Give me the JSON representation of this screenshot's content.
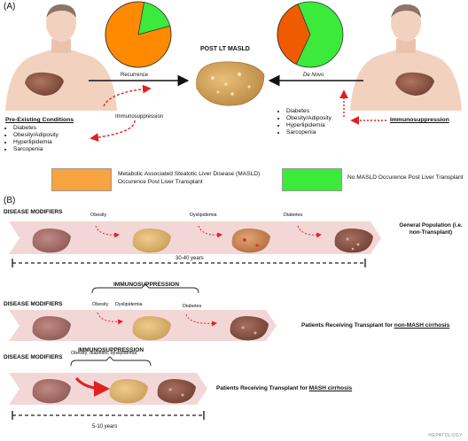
{
  "panel_a": {
    "label": "(A)",
    "center_title": "POST LT MASLD",
    "left_arrow_label": "Recurrence",
    "right_arrow_label": "De Novo",
    "left_immuno": "Immunosuppression",
    "right_immuno": "Immunosuppression",
    "left_conditions_title": "Pre-Existing Conditions",
    "conditions": [
      "Diabetes",
      "Obesity/Adiposity",
      "Hyperlipidemia",
      "Sarcopenia"
    ],
    "pie_left": {
      "masld_fraction": 0.82
    },
    "pie_right": {
      "masld_fraction": 0.37
    },
    "legend": [
      {
        "color": "#F7A340",
        "text": "Metabolic Associated Steatotic Liver Disease (MASLD) Occurence Post Liver Transplant"
      },
      {
        "color": "#3BEA3B",
        "text": "No MASLD Occurence Post Liver Transplant"
      }
    ],
    "colors": {
      "masld": "#FF8A00",
      "no_masld": "#3BEA3B",
      "masld_dark": "#F05A00",
      "arrow_red": "#E02020"
    }
  },
  "panel_b": {
    "label": "(B)",
    "rows": [
      {
        "title": "DISEASE MODIFIERS",
        "modifiers": [
          "Obesity",
          "Dyslipidemia",
          "Diabetes"
        ],
        "right_label": "General Population (i.e. non-Transplant)",
        "duration": "30-40 years"
      },
      {
        "title": "DISEASE MODIFIERS",
        "bracket": "IMMUNOSUPPRESSION",
        "modifiers": [
          "Obesity",
          "Dyslipidemia",
          "Diabetes"
        ],
        "right_label_prefix": "Patients Receiving Transplant for ",
        "right_label_emph": "non-MASH cirrhosis"
      },
      {
        "title": "DISEASE MODIFIERS",
        "bracket": "IMMUNOSUPPRESSION",
        "modifiers": [
          "Obesity; diabetes; dyslipidemia"
        ],
        "right_label_prefix": "Patients Receiving  Transplant for ",
        "right_label_emph": "MASH cirrhosis",
        "duration": "5-10 years"
      }
    ],
    "watermark": "HEPATOLOGY"
  }
}
